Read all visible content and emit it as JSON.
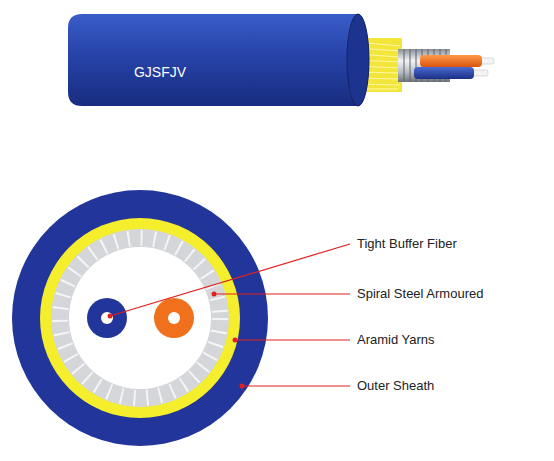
{
  "diagram": {
    "labels": [
      "GJSFJV",
      "Tight Buffer Fiber",
      "Spiral Steel Armoured",
      "Aramid Yarns",
      "Outer Sheath"
    ]
  }
}
